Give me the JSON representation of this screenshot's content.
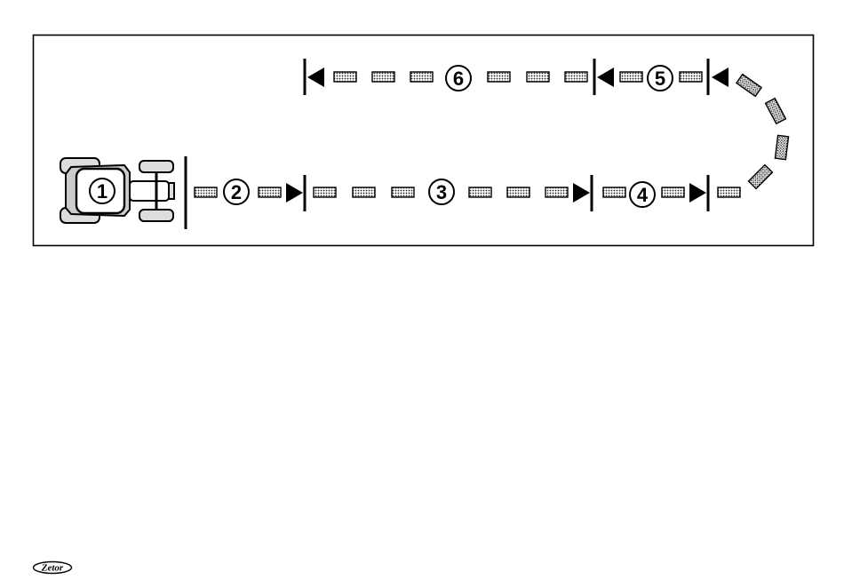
{
  "diagram": {
    "markers": [
      "1",
      "2",
      "3",
      "4",
      "5",
      "6"
    ]
  },
  "footer": {
    "logo_text": "Zetor"
  }
}
